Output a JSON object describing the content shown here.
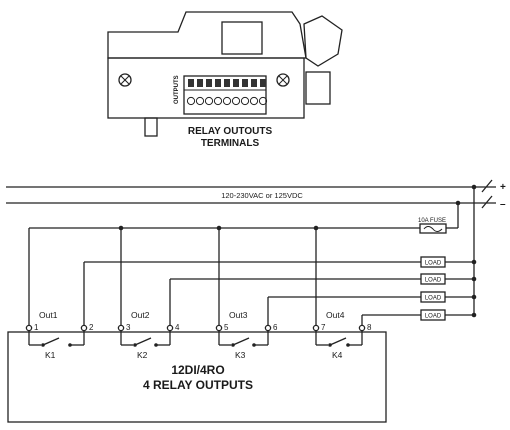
{
  "device": {
    "caption_line1": "RELAY OUTOUTS",
    "caption_line2": "TERMINALS",
    "side_label": "OUTPUTS"
  },
  "supply": {
    "label": "120-230VAC or 125VDC",
    "plus": "+",
    "minus": "–"
  },
  "fuse": {
    "label": "10A FUSE"
  },
  "loads": [
    "LOAD",
    "LOAD",
    "LOAD",
    "LOAD"
  ],
  "outputs": [
    {
      "name": "Out1",
      "t1": "1",
      "t2": "2",
      "relay": "K1"
    },
    {
      "name": "Out2",
      "t1": "3",
      "t2": "4",
      "relay": "K2"
    },
    {
      "name": "Out3",
      "t1": "5",
      "t2": "6",
      "relay": "K3"
    },
    {
      "name": "Out4",
      "t1": "7",
      "t2": "8",
      "relay": "K4"
    }
  ],
  "module": {
    "line1": "12DI/4RO",
    "line2": "4 RELAY OUTPUTS"
  }
}
